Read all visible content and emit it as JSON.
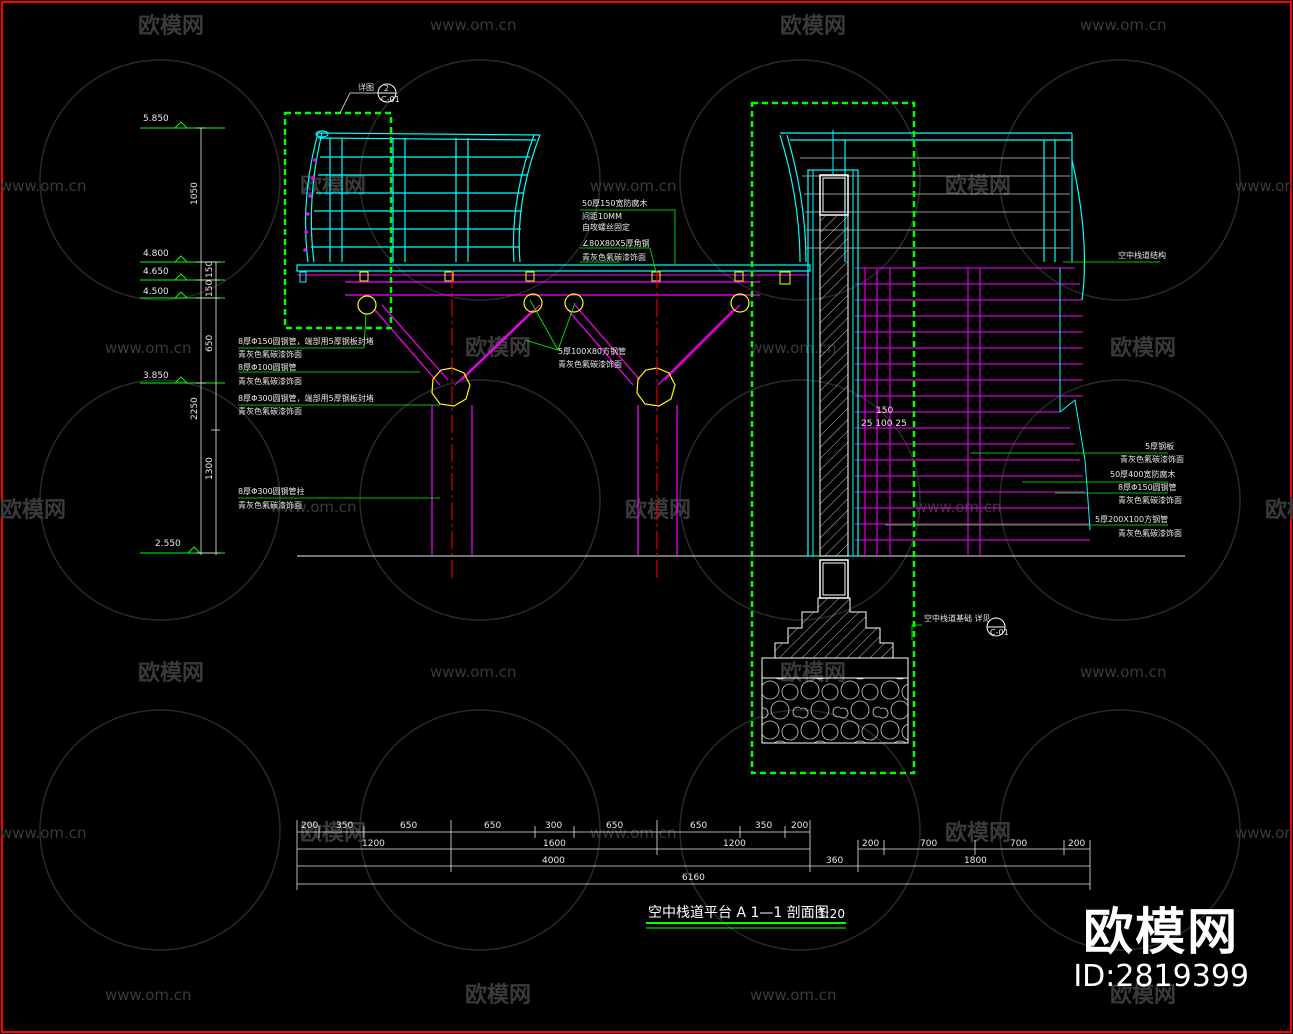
{
  "watermark": {
    "brand": "欧模网",
    "site": "www.om.cn"
  },
  "brand_badge": {
    "logo": "欧模网",
    "id": "ID:2819399"
  },
  "title": {
    "text": "空中栈道平台 A  1—1 剖面图",
    "scale": "1:20"
  },
  "levels": [
    "5.850",
    "4.800",
    "4.650",
    "4.500",
    "3.850",
    "2.550"
  ],
  "vertical_dims": [
    "1050",
    "150",
    "150",
    "650",
    "2250",
    "1300"
  ],
  "callouts": {
    "detail_ref": "详图",
    "detail_num": "2",
    "detail_sheet": "C-01",
    "deck_1": "50厚150宽防腐木",
    "deck_2": "间距10MM",
    "deck_3": "自攻螺丝固定",
    "deck_4": "∠80X80X5厚角钢",
    "deck_5": "青灰色氟碳漆饰面",
    "left_1": "8厚Φ150圆钢管，端部用5厚钢板封堵",
    "left_2": "青灰色氟碳漆饰面",
    "left_3": "8厚Φ100圆钢管",
    "left_4": "青灰色氟碳漆饰面",
    "left_5": "8厚Φ300圆钢管，端部用5厚钢板封堵",
    "left_6": "青灰色氟碳漆饰面",
    "left_7": "8厚Φ300圆钢管柱",
    "left_8": "青灰色氟碳漆饰面",
    "mid_1": "5厚100X80方钢管",
    "mid_2": "青灰色氟碳漆饰面",
    "right_top": "空中栈道结构",
    "right_1": "5厚钢板",
    "right_2": "青灰色氟碳漆饰面",
    "right_3": "50厚400宽防腐木",
    "right_4": "8厚Φ150圆钢管",
    "right_5": "青灰色氟碳漆饰面",
    "right_6": "5厚200X100方钢管",
    "right_7": "青灰色氟碳漆饰面",
    "col_dim_1": "150",
    "col_dim_2": "25 100 25",
    "found_ref": "空中栈道基础 详见",
    "found_sheet": "C-01"
  },
  "dims_row1": [
    "200",
    "350",
    "650",
    "650",
    "300",
    "650",
    "650",
    "350",
    "200"
  ],
  "dims_row2": [
    "1200",
    "1600",
    "1200"
  ],
  "dims_row3": [
    "4000",
    "360",
    "1800"
  ],
  "dims_row4": [
    "6160"
  ],
  "dims_right_row1": [
    "200",
    "700",
    "700",
    "200"
  ],
  "colors": {
    "cyan": "#00ffff",
    "magenta": "#ff00ff",
    "green": "#00ff00",
    "yellow": "#ffff00",
    "red": "#ff0000",
    "white": "#e8e8e8",
    "frame": "#ff0000",
    "title_underline": "#00ff00"
  }
}
